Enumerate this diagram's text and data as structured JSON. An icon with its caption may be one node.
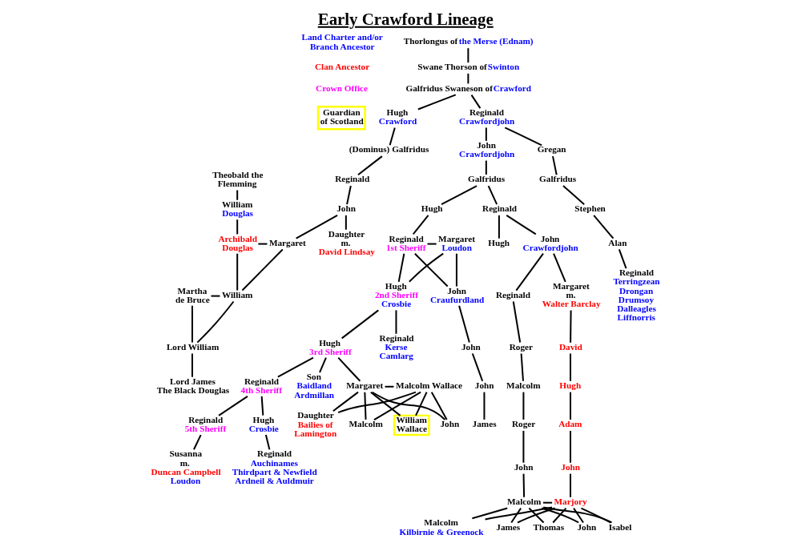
{
  "diagram": {
    "title": "Early Crawford Lineage",
    "nodes": [
      {
        "text": [
          "Thorlongus of",
          "the Merse (Ednam)"
        ]
      },
      {
        "text": [
          "Swane Thorson of",
          "Swinton"
        ]
      },
      {
        "text": [
          "Galfridus Swaneson of",
          "Crawford"
        ]
      },
      {
        "text": [
          "Hugh",
          "Crawford"
        ]
      },
      {
        "text": [
          "Reginald",
          "Crawfordjohn"
        ]
      },
      {
        "text": [
          "(Dominus) Galfridus"
        ]
      },
      {
        "text": [
          "John",
          "Crawfordjohn"
        ]
      },
      {
        "text": [
          "Gregan"
        ]
      },
      {
        "text": [
          "Theobald the Flemming"
        ]
      },
      {
        "text": [
          "Reginald"
        ]
      },
      {
        "text": [
          "Galfridus"
        ]
      },
      {
        "text": [
          "Galfridus"
        ]
      },
      {
        "text": [
          "William",
          "Douglas"
        ]
      },
      {
        "text": [
          "Hugh"
        ]
      },
      {
        "text": [
          "Reginald"
        ]
      },
      {
        "text": [
          "Stephen"
        ]
      },
      {
        "text": [
          "John"
        ]
      },
      {
        "text": [
          "Archibald Douglas"
        ]
      },
      {
        "text": [
          "Margaret"
        ]
      },
      {
        "text": [
          "Daughter m.",
          "David Lindsay"
        ]
      },
      {
        "text": [
          "Reginald",
          "1st Sheriff"
        ]
      },
      {
        "text": [
          "Margaret",
          "Loudon"
        ]
      },
      {
        "text": [
          "Hugh"
        ]
      },
      {
        "text": [
          "John",
          "Crawfordjohn"
        ]
      },
      {
        "text": [
          "Alan"
        ]
      },
      {
        "text": [
          "Martha de Bruce"
        ]
      },
      {
        "text": [
          "William"
        ]
      },
      {
        "text": [
          "Hugh",
          "2nd Sheriff",
          "Crosbie"
        ]
      },
      {
        "text": [
          "John",
          "Craufurdland"
        ]
      },
      {
        "text": [
          "Reginald"
        ]
      },
      {
        "text": [
          "Margaret m.",
          "Walter Barclay"
        ]
      },
      {
        "text": [
          "Reginald",
          "Terringzean",
          "Drongan",
          "Drumsoy",
          "Dalleagles",
          "Liffnorris"
        ]
      },
      {
        "text": [
          "John"
        ]
      },
      {
        "text": [
          "Roger"
        ]
      },
      {
        "text": [
          "Lord William"
        ]
      },
      {
        "text": [
          "Hugh",
          "3rd Sheriff"
        ]
      },
      {
        "text": [
          "Reginald",
          "Kerse",
          "Camlarg"
        ]
      },
      {
        "text": [
          "John"
        ]
      },
      {
        "text": [
          "David"
        ]
      },
      {
        "text": [
          "Malcolm"
        ]
      },
      {
        "text": [
          "James"
        ]
      },
      {
        "text": [
          "Hugh"
        ]
      },
      {
        "text": [
          "Lord James The Black Douglas"
        ]
      },
      {
        "text": [
          "Reginald",
          "4th Sheriff"
        ]
      },
      {
        "text": [
          "Son",
          "Baidland",
          "Ardmillan"
        ]
      },
      {
        "text": [
          "Margaret"
        ]
      },
      {
        "text": [
          "Malcolm Wallace"
        ]
      },
      {
        "text": [
          "Roger"
        ]
      },
      {
        "text": [
          "Adam"
        ]
      },
      {
        "text": [
          "Reginald",
          "5th Sheriff"
        ]
      },
      {
        "text": [
          "Hugh",
          "Crosbie"
        ]
      },
      {
        "text": [
          "Daughter",
          "Bailies of Lamington"
        ]
      },
      {
        "text": [
          "Malcolm"
        ]
      },
      {
        "text": [
          "William Wallace"
        ]
      },
      {
        "text": [
          "John"
        ]
      },
      {
        "text": [
          "John"
        ]
      },
      {
        "text": [
          "John"
        ]
      },
      {
        "text": [
          "Susanna m.",
          "Duncan Campbell",
          "Loudon"
        ]
      },
      {
        "text": [
          "Reginald",
          "Auchinames",
          "Thirdpart & Newfield",
          "Ardneil & Auldmuir"
        ]
      },
      {
        "text": [
          "Malcolm"
        ]
      },
      {
        "text": [
          "Marjory"
        ]
      },
      {
        "text": [
          "Malcolm",
          "Kilbirnie & Greenock"
        ]
      },
      {
        "text": [
          "James"
        ]
      },
      {
        "text": [
          "Thomas"
        ]
      },
      {
        "text": [
          "John"
        ]
      },
      {
        "text": [
          "Isabel"
        ]
      }
    ],
    "edges": [
      {
        "from": 0,
        "to": 1,
        "arrow": "none"
      },
      {
        "from": 1,
        "to": 2,
        "arrow": "none"
      },
      {
        "from": 2,
        "to": 3,
        "arrow": "none"
      },
      {
        "from": 2,
        "to": 4,
        "arrow": "none"
      },
      {
        "from": 3,
        "to": 5,
        "arrow": "none"
      },
      {
        "from": 4,
        "to": 6,
        "arrow": "none"
      },
      {
        "from": 4,
        "to": 7,
        "arrow": "none"
      },
      {
        "from": 8,
        "to": 12,
        "arrow": "none"
      },
      {
        "from": 5,
        "to": 9,
        "arrow": "none"
      },
      {
        "from": 6,
        "to": 10,
        "arrow": "none"
      },
      {
        "from": 7,
        "to": 11,
        "arrow": "none"
      },
      {
        "from": 12,
        "to": 17,
        "arrow": "none"
      },
      {
        "from": 9,
        "to": 16,
        "arrow": "none"
      },
      {
        "from": 10,
        "to": 13,
        "arrow": "none"
      },
      {
        "from": 10,
        "to": 14,
        "arrow": "none"
      },
      {
        "from": 11,
        "to": 15,
        "arrow": "none"
      },
      {
        "from": 16,
        "to": 18,
        "arrow": "none"
      },
      {
        "from": 16,
        "to": 19,
        "arrow": "none"
      },
      {
        "from": 17,
        "to": 18,
        "arrow": "none"
      },
      {
        "from": 17,
        "to": 26,
        "arrow": "none"
      },
      {
        "from": 18,
        "to": 26,
        "arrow": "none"
      },
      {
        "from": 13,
        "to": 20,
        "arrow": "none"
      },
      {
        "from": 14,
        "to": 22,
        "arrow": "none"
      },
      {
        "from": 14,
        "to": 23,
        "arrow": "none"
      },
      {
        "from": 15,
        "to": 24,
        "arrow": "none"
      },
      {
        "from": 20,
        "to": 21,
        "arrow": "none"
      },
      {
        "from": 20,
        "to": 27,
        "arrow": "none"
      },
      {
        "from": 21,
        "to": 27,
        "arrow": "none"
      },
      {
        "from": 20,
        "to": 28,
        "arrow": "none"
      },
      {
        "from": 21,
        "to": 28,
        "arrow": "none"
      },
      {
        "from": 23,
        "to": 29,
        "arrow": "none"
      },
      {
        "from": 23,
        "to": 30,
        "arrow": "none"
      },
      {
        "from": 24,
        "to": 31,
        "arrow": "none"
      },
      {
        "from": 25,
        "to": 26,
        "arrow": "none"
      },
      {
        "from": 25,
        "to": 34,
        "arrow": "none"
      },
      {
        "from": 26,
        "to": 34,
        "arrow": "none"
      },
      {
        "from": 27,
        "to": 35,
        "arrow": "none"
      },
      {
        "from": 27,
        "to": 36,
        "arrow": "none"
      },
      {
        "from": 28,
        "to": 32,
        "arrow": "none"
      },
      {
        "from": 29,
        "to": 33,
        "arrow": "none"
      },
      {
        "from": 30,
        "to": 38,
        "arrow": "none"
      },
      {
        "from": 34,
        "to": 42,
        "arrow": "none"
      },
      {
        "from": 32,
        "to": 37,
        "arrow": "none"
      },
      {
        "from": 33,
        "to": 39,
        "arrow": "none"
      },
      {
        "from": 38,
        "to": 41,
        "arrow": "none"
      },
      {
        "from": 35,
        "to": 43,
        "arrow": "none"
      },
      {
        "from": 35,
        "to": 44,
        "arrow": "none"
      },
      {
        "from": 35,
        "to": 45,
        "arrow": "none"
      },
      {
        "from": 37,
        "to": 40,
        "arrow": "none"
      },
      {
        "from": 39,
        "to": 47,
        "arrow": "none"
      },
      {
        "from": 41,
        "to": 48,
        "arrow": "none"
      },
      {
        "from": 45,
        "to": 46,
        "arrow": "none"
      },
      {
        "from": 43,
        "to": 49,
        "arrow": "none"
      },
      {
        "from": 43,
        "to": 50,
        "arrow": "none"
      },
      {
        "from": 45,
        "to": 51,
        "arrow": "none"
      },
      {
        "from": 46,
        "to": 51,
        "arrow": "none"
      },
      {
        "from": 45,
        "to": 52,
        "arrow": "none"
      },
      {
        "from": 46,
        "to": 52,
        "arrow": "none"
      },
      {
        "from": 45,
        "to": 53,
        "arrow": "none"
      },
      {
        "from": 46,
        "to": 53,
        "arrow": "none"
      },
      {
        "from": 45,
        "to": 54,
        "arrow": "none"
      },
      {
        "from": 46,
        "to": 54,
        "arrow": "none"
      },
      {
        "from": 47,
        "to": 55,
        "arrow": "none"
      },
      {
        "from": 48,
        "to": 56,
        "arrow": "none"
      },
      {
        "from": 49,
        "to": 57,
        "arrow": "none"
      },
      {
        "from": 50,
        "to": 58,
        "arrow": "none"
      },
      {
        "from": 55,
        "to": 59,
        "arrow": "none"
      },
      {
        "from": 56,
        "to": 60,
        "arrow": "none"
      },
      {
        "from": 59,
        "to": 60,
        "arrow": "none"
      },
      {
        "from": 59,
        "to": 61,
        "arrow": "none"
      },
      {
        "from": 60,
        "to": 61,
        "arrow": "none"
      },
      {
        "from": 59,
        "to": 62,
        "arrow": "none"
      },
      {
        "from": 60,
        "to": 62,
        "arrow": "none"
      },
      {
        "from": 59,
        "to": 63,
        "arrow": "none"
      },
      {
        "from": 60,
        "to": 63,
        "arrow": "none"
      },
      {
        "from": 59,
        "to": 64,
        "arrow": "none"
      },
      {
        "from": 60,
        "to": 64,
        "arrow": "none"
      },
      {
        "from": 59,
        "to": 65,
        "arrow": "none"
      },
      {
        "from": 60,
        "to": 65,
        "arrow": "none"
      }
    ],
    "legend": [
      {
        "text": "Land Charter and/or Branch Ancestor",
        "color": "#0000ff"
      },
      {
        "text": "Clan Ancestor",
        "color": "#ff0000"
      },
      {
        "text": "Crown Office",
        "color": "#ff00ff"
      },
      {
        "text": "Guardian of Scotland",
        "color": "#ffff00"
      }
    ]
  }
}
